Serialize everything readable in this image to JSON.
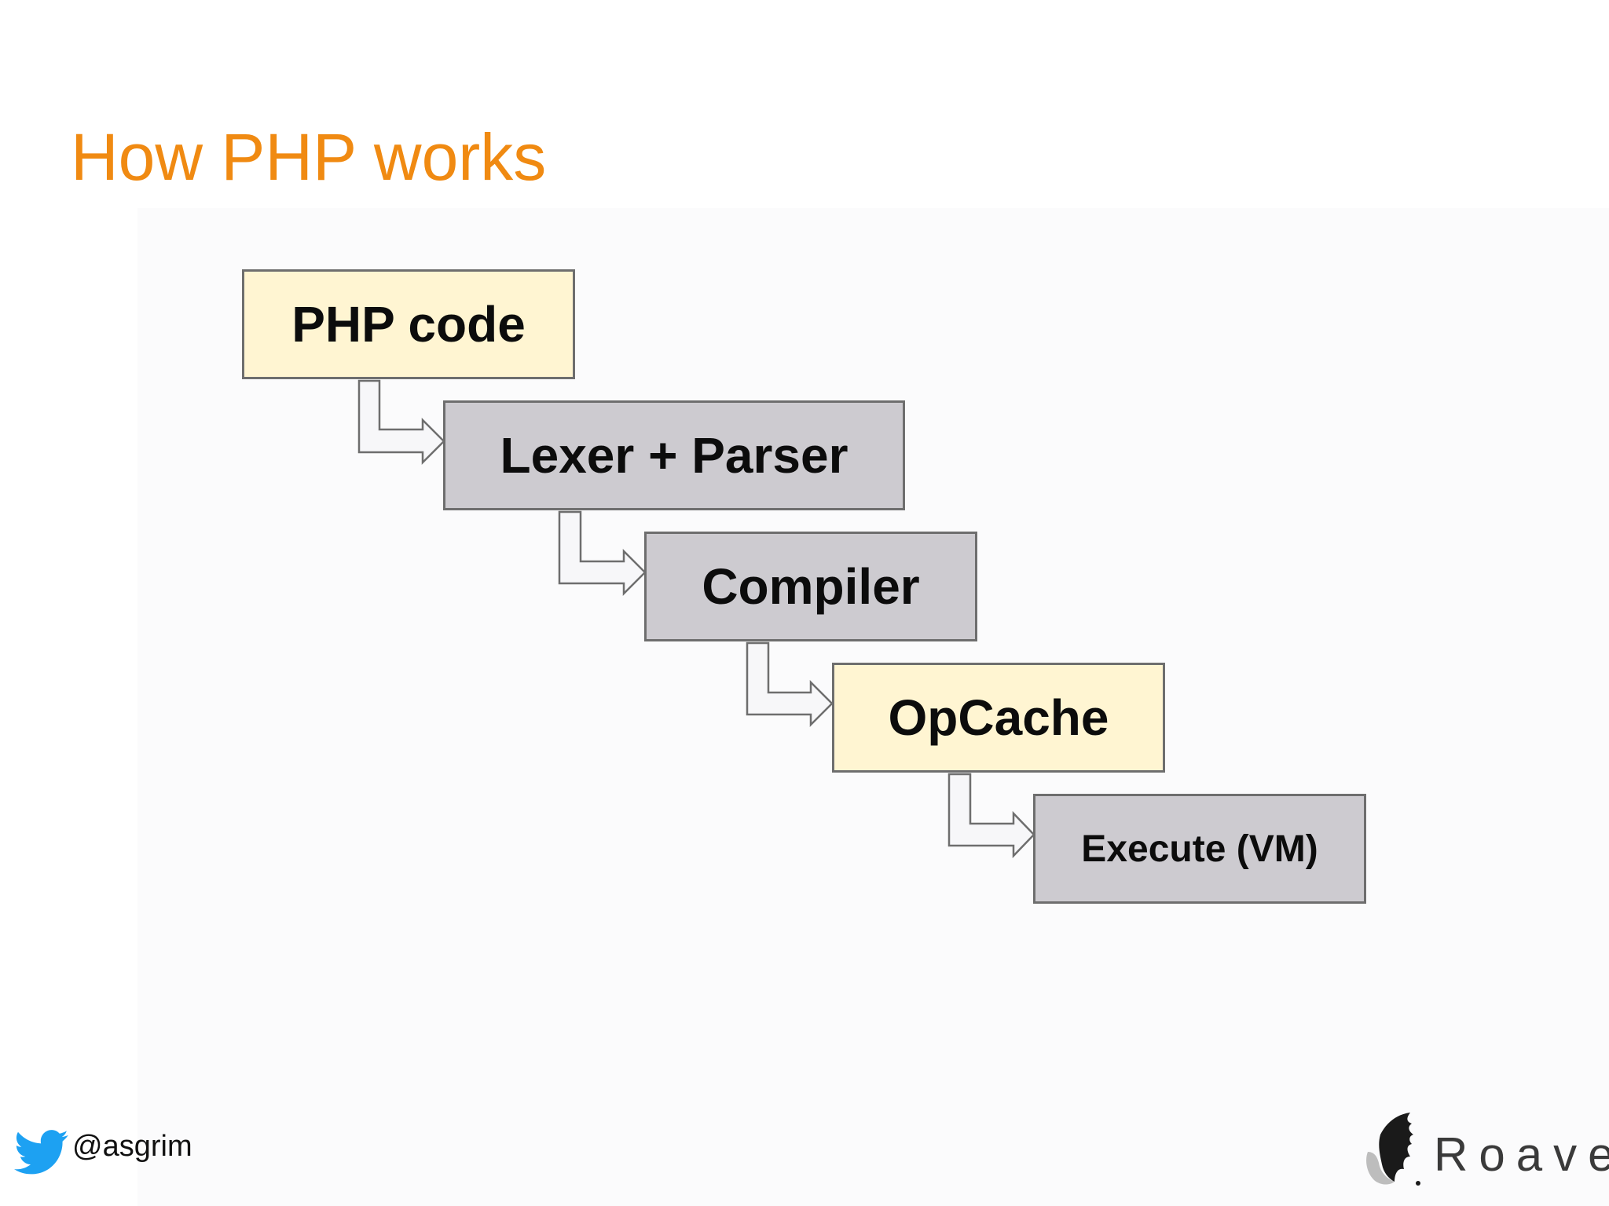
{
  "slide": {
    "title": "How PHP works"
  },
  "pipeline": {
    "steps": [
      {
        "label": "PHP code",
        "fill": "#fff5d2"
      },
      {
        "label": "Lexer + Parser",
        "fill": "#cdcbd0"
      },
      {
        "label": "Compiler",
        "fill": "#cdcbd0"
      },
      {
        "label": "OpCache",
        "fill": "#fff5d2"
      },
      {
        "label": "Execute (VM)",
        "fill": "#cdcbd0"
      }
    ],
    "arrow_icon": "bent-arrow-right-icon"
  },
  "footer": {
    "twitter_icon": "twitter-bird-icon",
    "twitter_handle": "@asgrim",
    "logo_icon": "roave-logo-icon",
    "logo_text": "Roave"
  },
  "colors": {
    "title": "#f08a12",
    "twitter": "#1da1f2",
    "border": "#6e6e6e"
  }
}
